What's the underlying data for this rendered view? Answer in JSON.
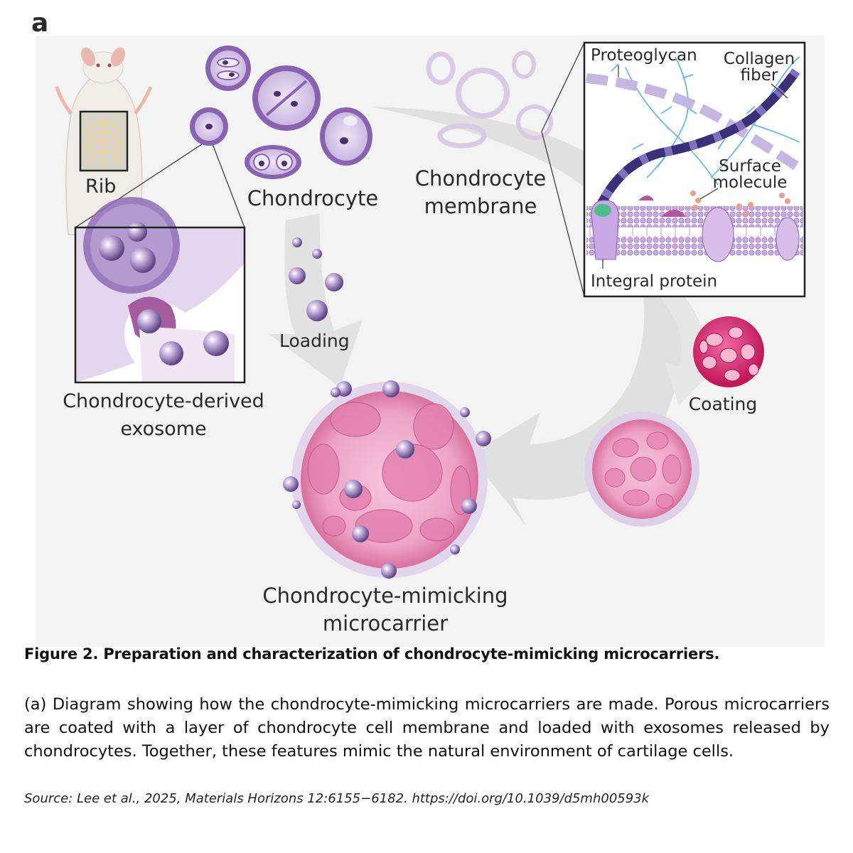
{
  "panel_label": "a",
  "labels": {
    "rib": "Rib",
    "chondrocyte": "Chondrocyte",
    "membrane_line1": "Chondrocyte",
    "membrane_line2": "membrane",
    "exosome_line1": "Chondrocyte-derived",
    "exosome_line2": "exosome",
    "loading": "Loading",
    "coating": "Coating",
    "microcarrier_line1": "Chondrocyte-mimicking",
    "microcarrier_line2": "microcarrier",
    "proteoglycan": "Proteoglycan",
    "collagen_line1": "Collagen",
    "collagen_line2": "fiber",
    "surface_line1": "Surface",
    "surface_line2": "molecule",
    "integral_protein": "Integral protein"
  },
  "caption": {
    "title": "Figure 2. Preparation and characterization of chondrocyte-mimicking microcarriers.",
    "body": "(a) Diagram showing how the chondrocyte-mimicking microcarriers are made. Porous microcarriers are coated with a layer of chondrocyte cell membrane and loaded with exosomes released by chondrocytes. Together, these features mimic the natural environment of cartilage cells.",
    "source": "Source: Lee et al., 2025, Materials Horizons 12:6155−6182. https://doi.org/10.1039/d5mh00593k"
  },
  "colors": {
    "cell_purple": "#8a63b0",
    "membrane_lavender": "#d9cbe6",
    "microcarrier_pink": "#e58fb8",
    "coating_magenta": "#d6307a",
    "collagen_dark": "#3b2f7a",
    "proteoglycan_blue": "#6cb8e0"
  }
}
